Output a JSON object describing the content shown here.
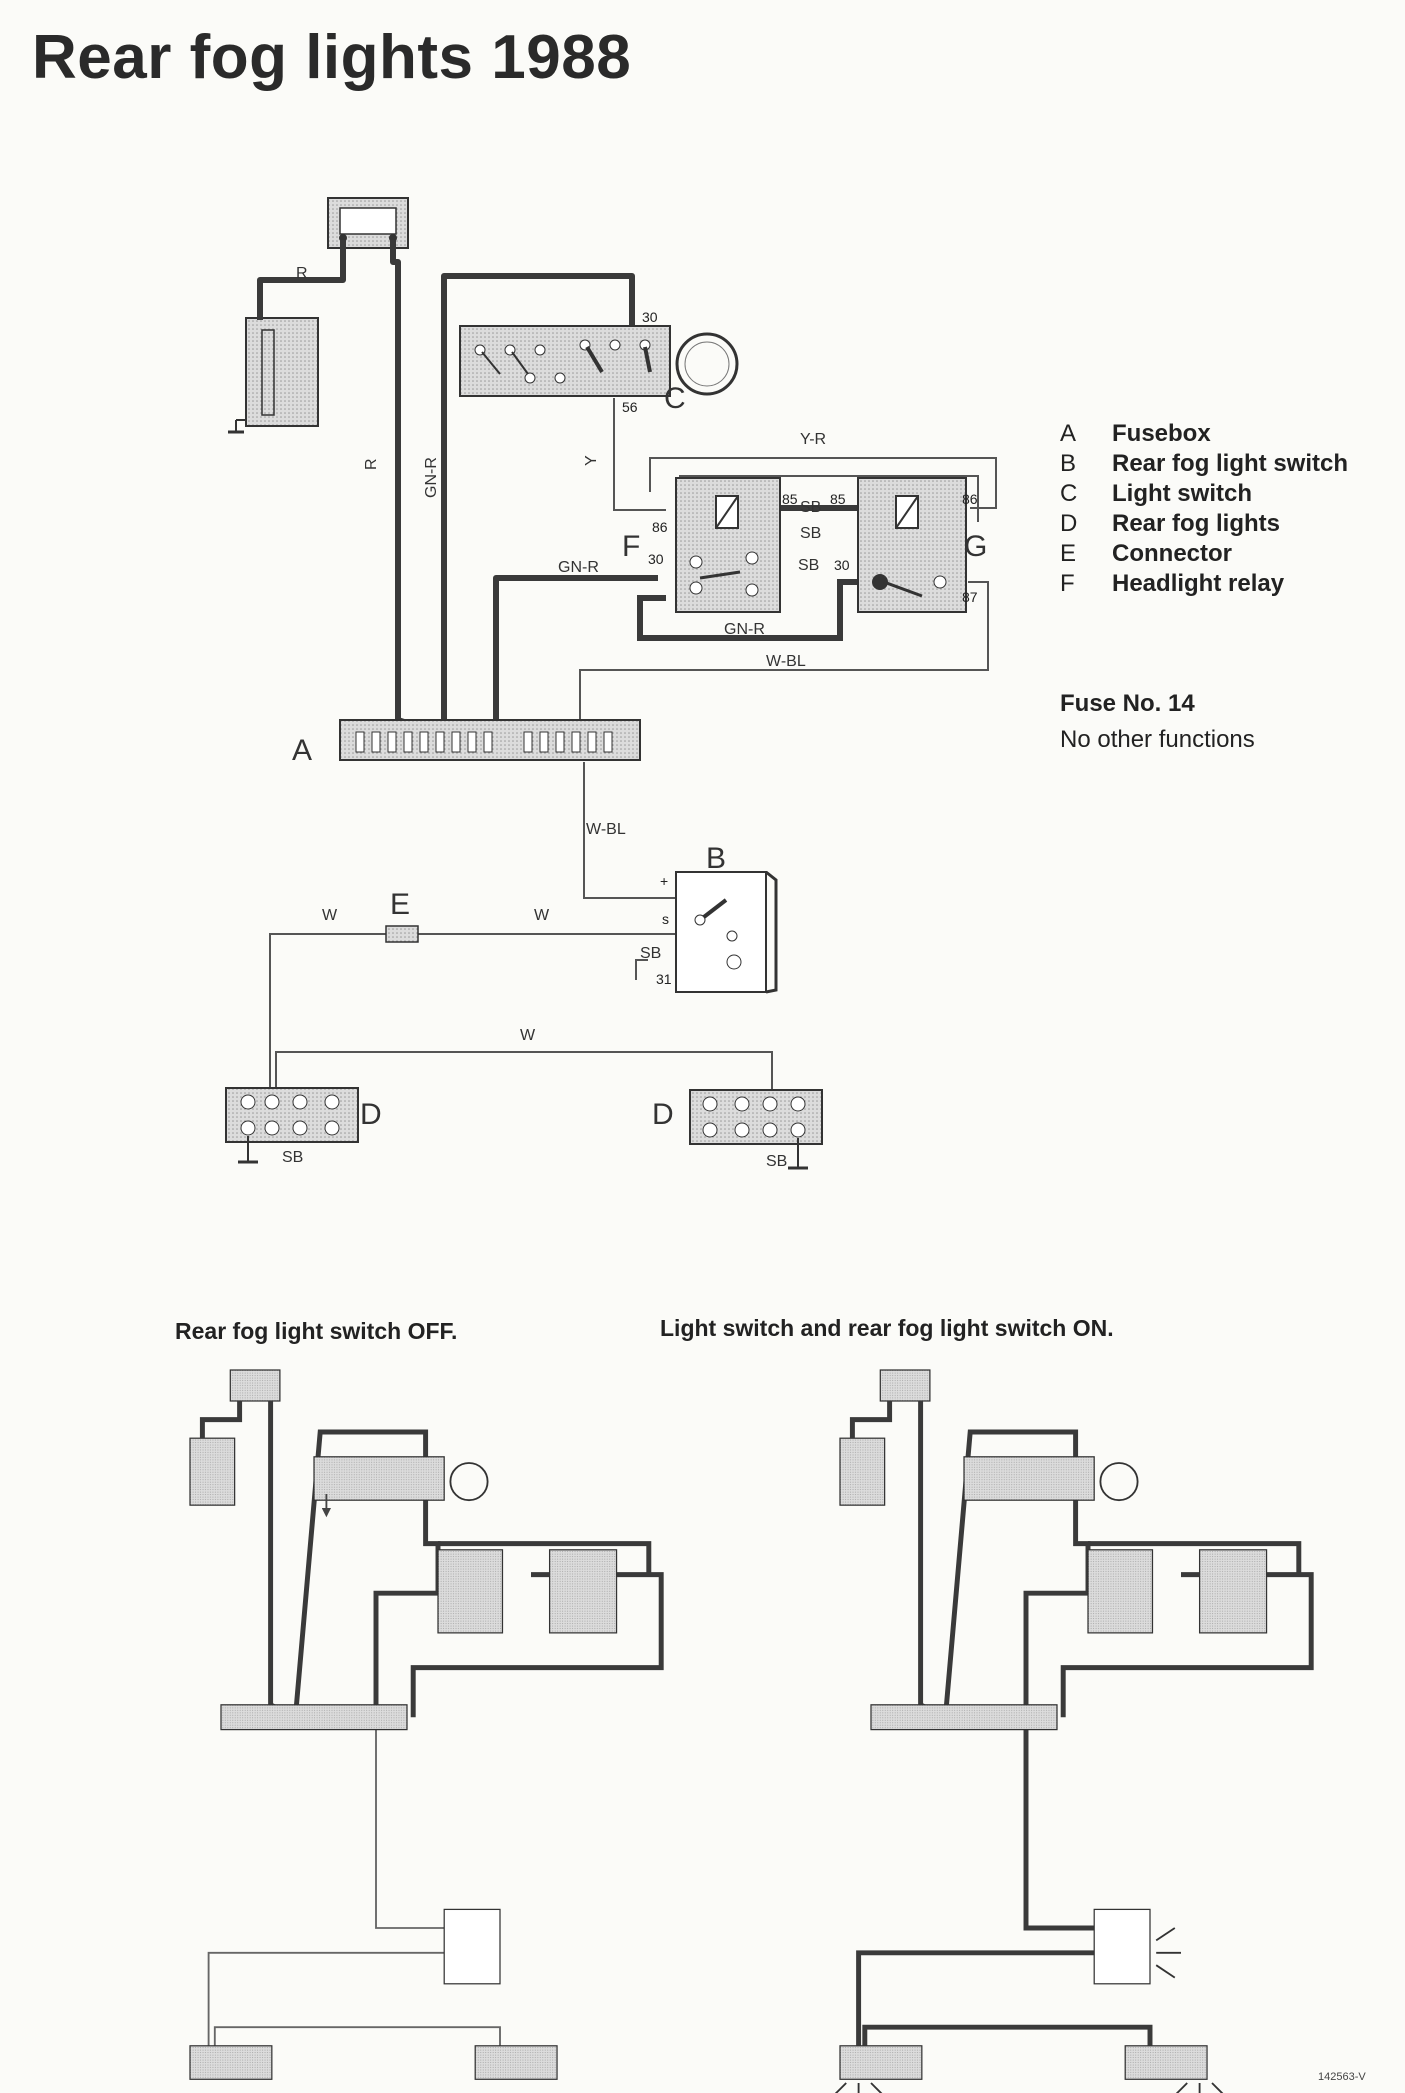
{
  "title": "Rear fog lights 1988",
  "legend": [
    {
      "key": "A",
      "label": "Fusebox"
    },
    {
      "key": "B",
      "label": "Rear fog light switch"
    },
    {
      "key": "C",
      "label": "Light switch"
    },
    {
      "key": "D",
      "label": "Rear fog lights"
    },
    {
      "key": "E",
      "label": "Connector"
    },
    {
      "key": "F",
      "label": "Headlight relay"
    }
  ],
  "fuse": {
    "title": "Fuse No. 14",
    "note": "No other functions"
  },
  "component_labels": {
    "A": "A",
    "B": "B",
    "C": "C",
    "D": "D",
    "E": "E",
    "F": "F",
    "G": "G"
  },
  "wire_labels": {
    "R": "R",
    "GN_R": "GN-R",
    "Y": "Y",
    "Y_R": "Y-R",
    "SB": "SB",
    "W_BL": "W-BL",
    "W": "W"
  },
  "terminals": {
    "t30": "30",
    "t56": "56",
    "t85": "85",
    "t86": "86",
    "t87": "87",
    "t31": "31",
    "plus": "+",
    "s": "s"
  },
  "captions": {
    "off": "Rear fog light switch OFF.",
    "on": "Light switch and rear fog light switch ON."
  },
  "ref_number": "142563-V"
}
